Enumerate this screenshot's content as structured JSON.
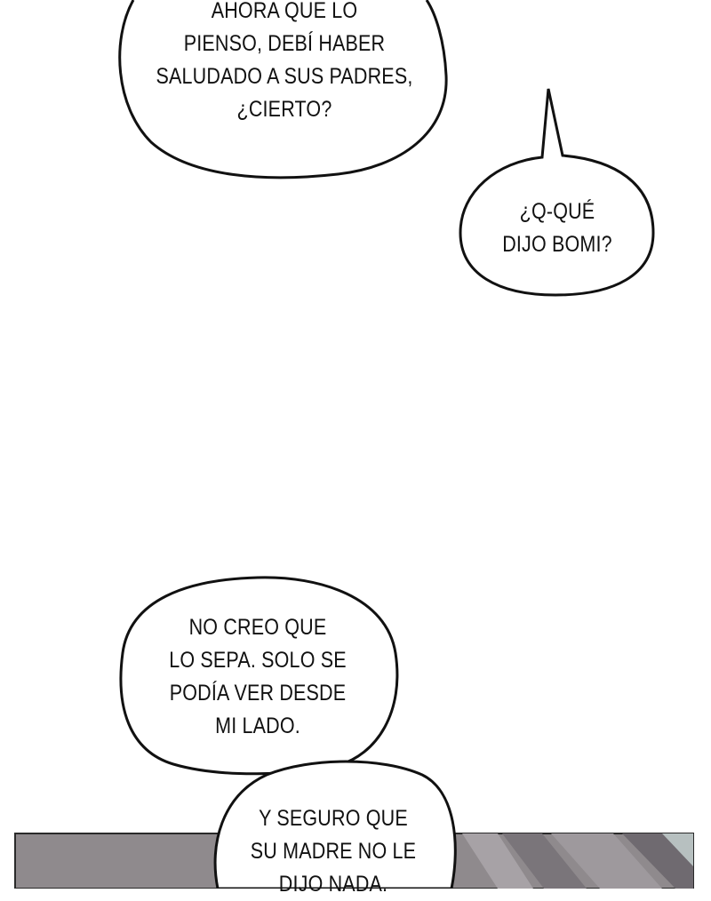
{
  "bubbles": [
    {
      "id": "bubble-1",
      "lines": [
        "AHORA QUE LO",
        "PIENSO, DEBÍ HABER",
        "SALUDADO A SUS PADRES,",
        "¿CIERTO?"
      ]
    },
    {
      "id": "bubble-2",
      "lines": [
        "¿Q-QUÉ",
        "DIJO BOMI?"
      ]
    },
    {
      "id": "bubble-3",
      "lines": [
        "NO CREO QUE",
        "LO SEPA. SOLO SE",
        "PODÍA VER DESDE",
        "MI LADO."
      ]
    },
    {
      "id": "bubble-4",
      "lines": [
        "Y SEGURO QUE",
        "SU MADRE NO LE",
        "DIJO NADA."
      ]
    }
  ],
  "colors": {
    "background": "#ffffff",
    "outline": "#111111",
    "panel": "#8f8a8d",
    "panel_dark": "#6f6a70",
    "panel_light": "#a9a4a8"
  }
}
